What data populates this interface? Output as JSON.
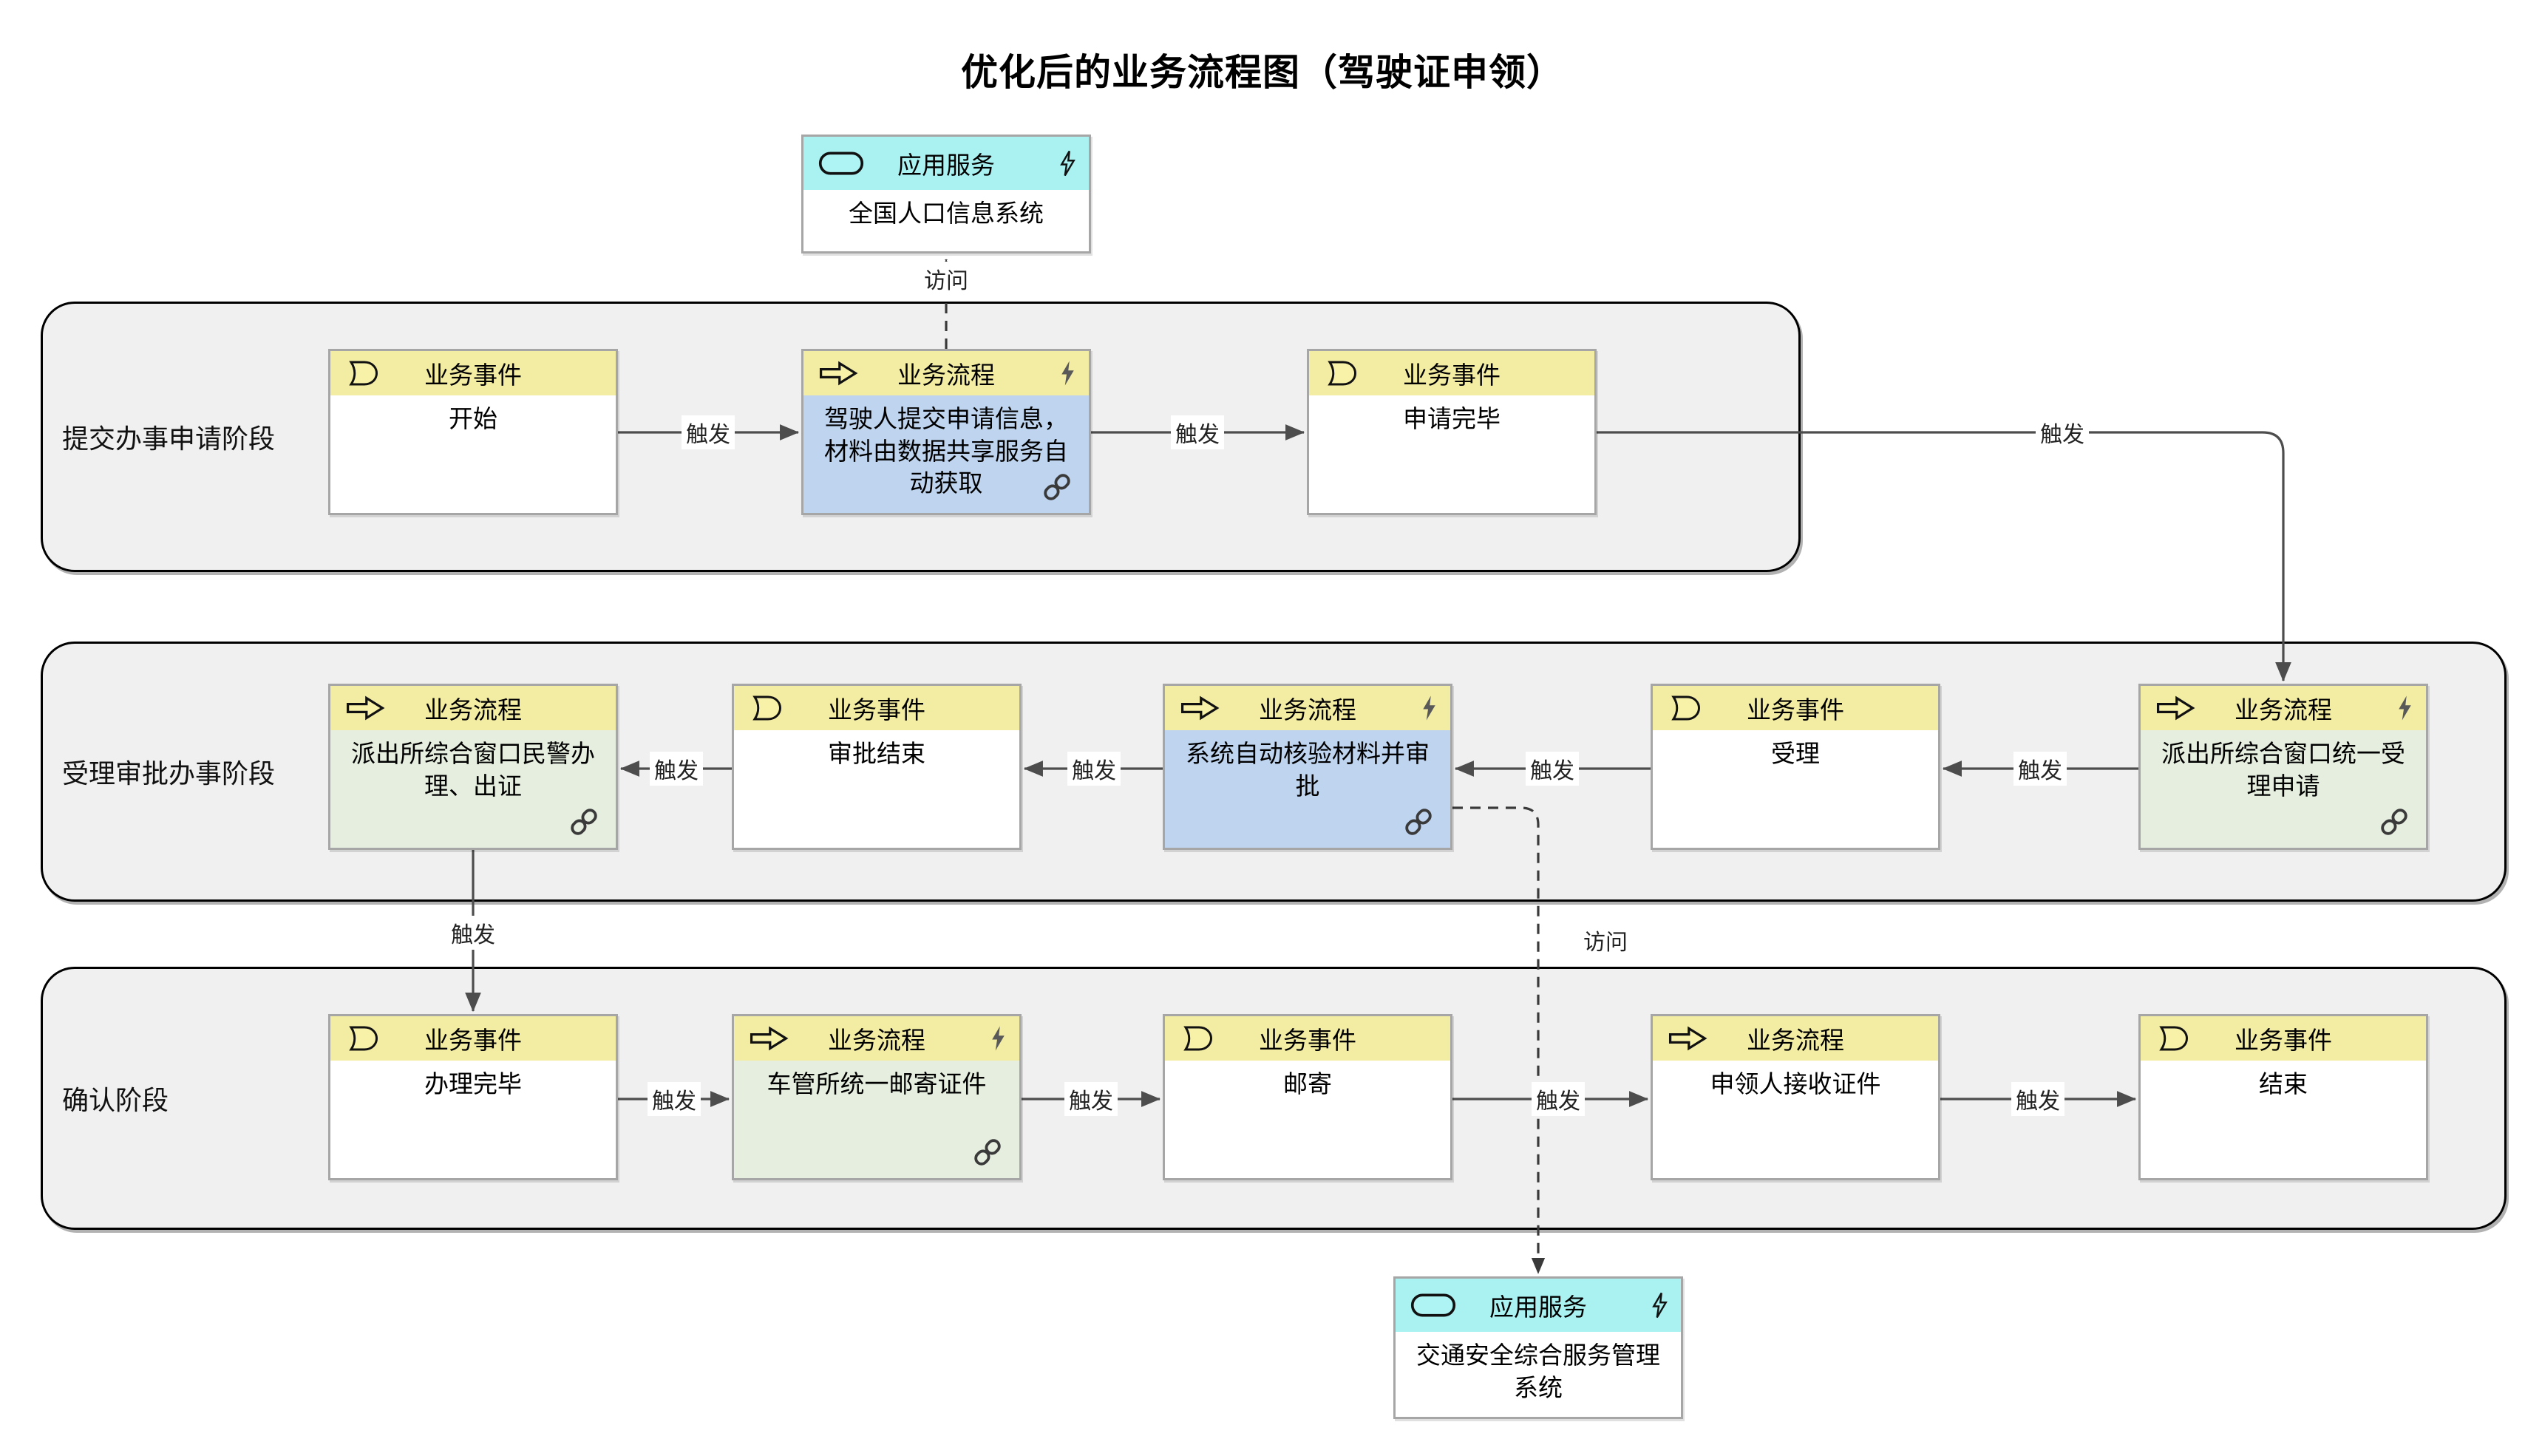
{
  "title": "优化后的业务流程图（驾驶证申领）",
  "colors": {
    "lane_fill": "#F0F0F0",
    "lane_border": "#000000",
    "node_border": "#A6A6A6",
    "event_process_header": "#F3ECA3",
    "service_header": "#AAF2F2",
    "body_blue": "#BED4EF",
    "body_green": "#E6EFDF",
    "body_white": "#FFFFFF",
    "connector": "#4D4D4D",
    "bolt_fill": "#595959",
    "icon_yellow": "#F8F2A8"
  },
  "icons": {
    "event": "business-event-icon (crescent flag shape)",
    "process": "arrow-right-icon",
    "service": "stadium-icon (rounded oval)",
    "automation": "lightning-icon",
    "reference": "chain-link-icon"
  },
  "services": [
    {
      "type_label": "应用服务",
      "name": "全国人口信息系统",
      "lightning": true
    },
    {
      "type_label": "应用服务",
      "name": "交通安全综合服务管理系统",
      "lightning": true
    }
  ],
  "lanes": [
    {
      "label": "提交办事申请阶段",
      "boxes": [
        {
          "type": "event",
          "type_label": "业务事件",
          "name": "开始"
        },
        {
          "type": "process",
          "type_label": "业务流程",
          "name": "驾驶人提交申请信息，材料由数据共享服务自动获取",
          "body": "blue",
          "lightning": true,
          "link": true
        },
        {
          "type": "event",
          "type_label": "业务事件",
          "name": "申请完毕"
        }
      ]
    },
    {
      "label": "受理审批办事阶段",
      "boxes": [
        {
          "type": "process",
          "type_label": "业务流程",
          "name": "派出所综合窗口民警办理、出证",
          "body": "green",
          "lightning": false,
          "link": true
        },
        {
          "type": "event",
          "type_label": "业务事件",
          "name": "审批结束"
        },
        {
          "type": "process",
          "type_label": "业务流程",
          "name": "系统自动核验材料并审批",
          "body": "blue",
          "lightning": true,
          "link": true
        },
        {
          "type": "event",
          "type_label": "业务事件",
          "name": "受理"
        },
        {
          "type": "process",
          "type_label": "业务流程",
          "name": "派出所综合窗口统一受理申请",
          "body": "green",
          "lightning": true,
          "link": true
        }
      ]
    },
    {
      "label": "确认阶段",
      "boxes": [
        {
          "type": "event",
          "type_label": "业务事件",
          "name": "办理完毕"
        },
        {
          "type": "process",
          "type_label": "业务流程",
          "name": "车管所统一邮寄证件",
          "body": "green",
          "lightning": true,
          "link": true
        },
        {
          "type": "event",
          "type_label": "业务事件",
          "name": "邮寄"
        },
        {
          "type": "process",
          "type_label": "业务流程",
          "name": "申领人接收证件",
          "body": "white",
          "lightning": false,
          "link": false
        },
        {
          "type": "event",
          "type_label": "业务事件",
          "name": "结束"
        }
      ]
    }
  ],
  "connectors": {
    "items": [
      {
        "from": "开始",
        "to": "驾驶人提交申请信息，材料由数据共享服务自动获取",
        "label": "触发",
        "style": "solid"
      },
      {
        "from": "驾驶人提交申请信息，材料由数据共享服务自动获取",
        "to": "申请完毕",
        "label": "触发",
        "style": "solid"
      },
      {
        "from": "申请完毕",
        "to": "派出所综合窗口统一受理申请",
        "label": "触发",
        "style": "solid"
      },
      {
        "from": "派出所综合窗口统一受理申请",
        "to": "受理",
        "label": "触发",
        "style": "solid"
      },
      {
        "from": "受理",
        "to": "系统自动核验材料并审批",
        "label": "触发",
        "style": "solid"
      },
      {
        "from": "系统自动核验材料并审批",
        "to": "审批结束",
        "label": "触发",
        "style": "solid"
      },
      {
        "from": "审批结束",
        "to": "派出所综合窗口民警办理、出证",
        "label": "触发",
        "style": "solid"
      },
      {
        "from": "派出所综合窗口民警办理、出证",
        "to": "办理完毕",
        "label": "触发",
        "style": "solid"
      },
      {
        "from": "办理完毕",
        "to": "车管所统一邮寄证件",
        "label": "触发",
        "style": "solid"
      },
      {
        "from": "车管所统一邮寄证件",
        "to": "邮寄",
        "label": "触发",
        "style": "solid"
      },
      {
        "from": "邮寄",
        "to": "申领人接收证件",
        "label": "触发",
        "style": "solid"
      },
      {
        "from": "申领人接收证件",
        "to": "结束",
        "label": "触发",
        "style": "solid"
      },
      {
        "from": "驾驶人提交申请信息，材料由数据共享服务自动获取",
        "to": "全国人口信息系统",
        "label": "访问",
        "style": "dashed"
      },
      {
        "from": "系统自动核验材料并审批",
        "to": "交通安全综合服务管理系统",
        "label": "访问",
        "style": "dashed"
      }
    ]
  }
}
